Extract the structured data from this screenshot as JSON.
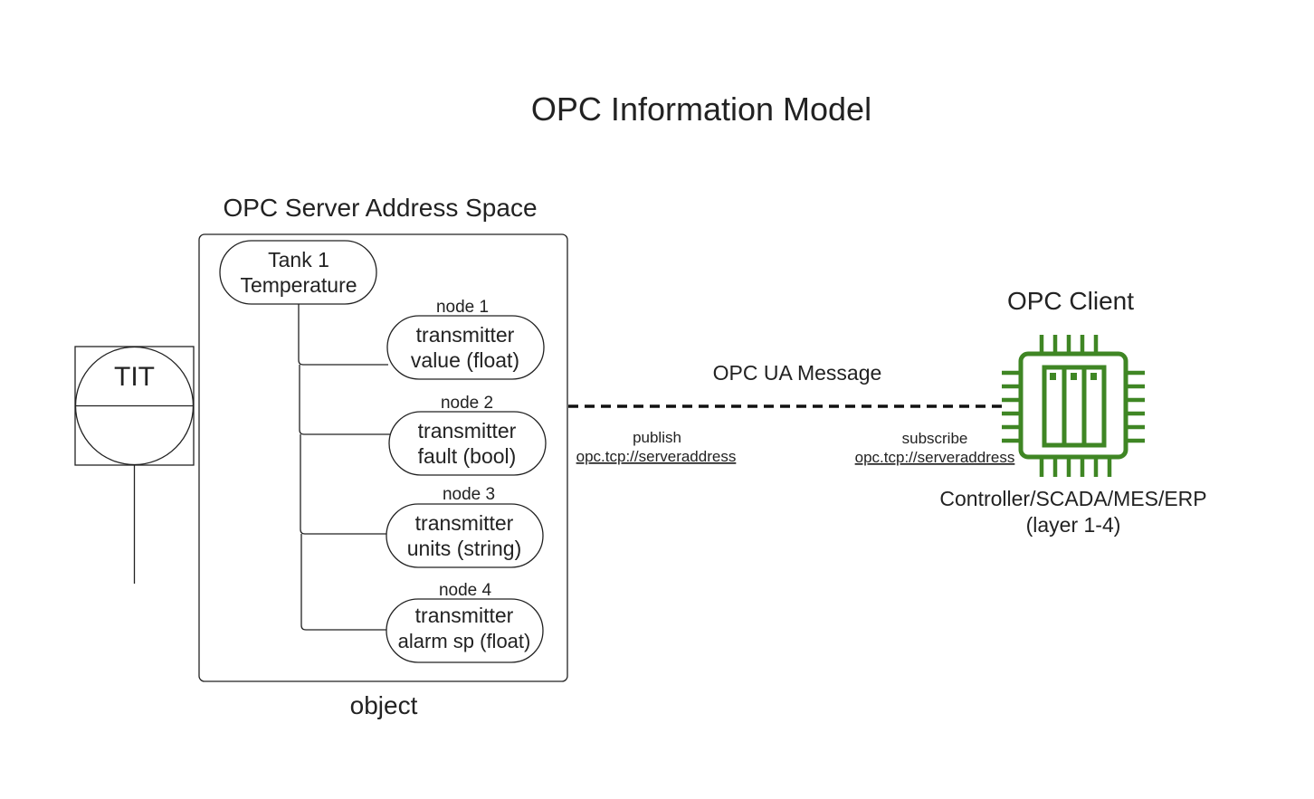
{
  "title": "OPC Information Model",
  "server": {
    "heading": "OPC Server Address Space",
    "footer": "object",
    "root": {
      "line1": "Tank 1",
      "line2": "Temperature"
    },
    "nodes": [
      {
        "tag": "node 1",
        "line1": "transmitter",
        "line2": "value (float)"
      },
      {
        "tag": "node 2",
        "line1": "transmitter",
        "line2": "fault (bool)"
      },
      {
        "tag": "node 3",
        "line1": "transmitter",
        "line2": "units (string)"
      },
      {
        "tag": "node 4",
        "line1": "transmitter",
        "line2": "alarm sp (float)"
      }
    ]
  },
  "instrument": {
    "label": "TIT"
  },
  "message": {
    "label": "OPC UA Message",
    "publish": {
      "label": "publish",
      "address": "opc.tcp://serveraddress"
    },
    "subscribe": {
      "label": "subscribe",
      "address": "opc.tcp://serveraddress"
    }
  },
  "client": {
    "heading": "OPC Client",
    "caption1": "Controller/SCADA/MES/ERP",
    "caption2": "(layer 1-4)",
    "icon": "processor-chip-icon",
    "icon_color": "#3f8624"
  }
}
